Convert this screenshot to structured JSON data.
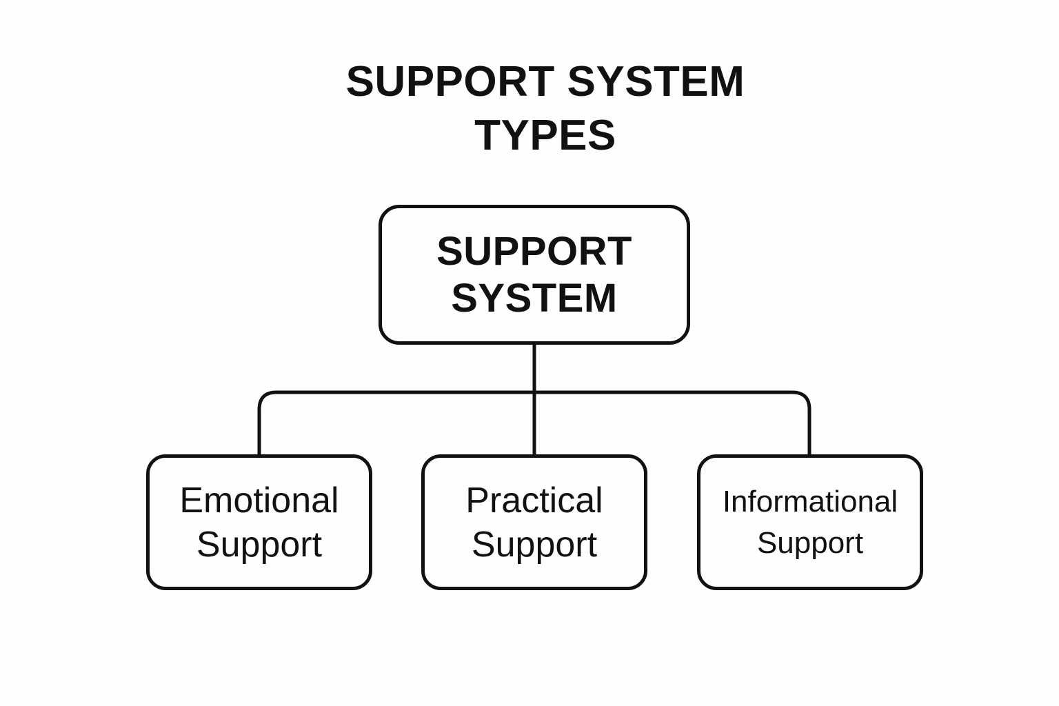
{
  "title": {
    "line1": "SUPPORT SYSTEM",
    "line2": "TYPES"
  },
  "root": {
    "line1": "SUPPORT",
    "line2": "SYSTEM"
  },
  "children": [
    {
      "line1": "Emotional",
      "line2": "Support"
    },
    {
      "line1": "Practical",
      "line2": "Support"
    },
    {
      "line1": "Informational",
      "line2": "Support"
    }
  ],
  "colors": {
    "stroke": "#111111",
    "background": "#fefefe"
  }
}
